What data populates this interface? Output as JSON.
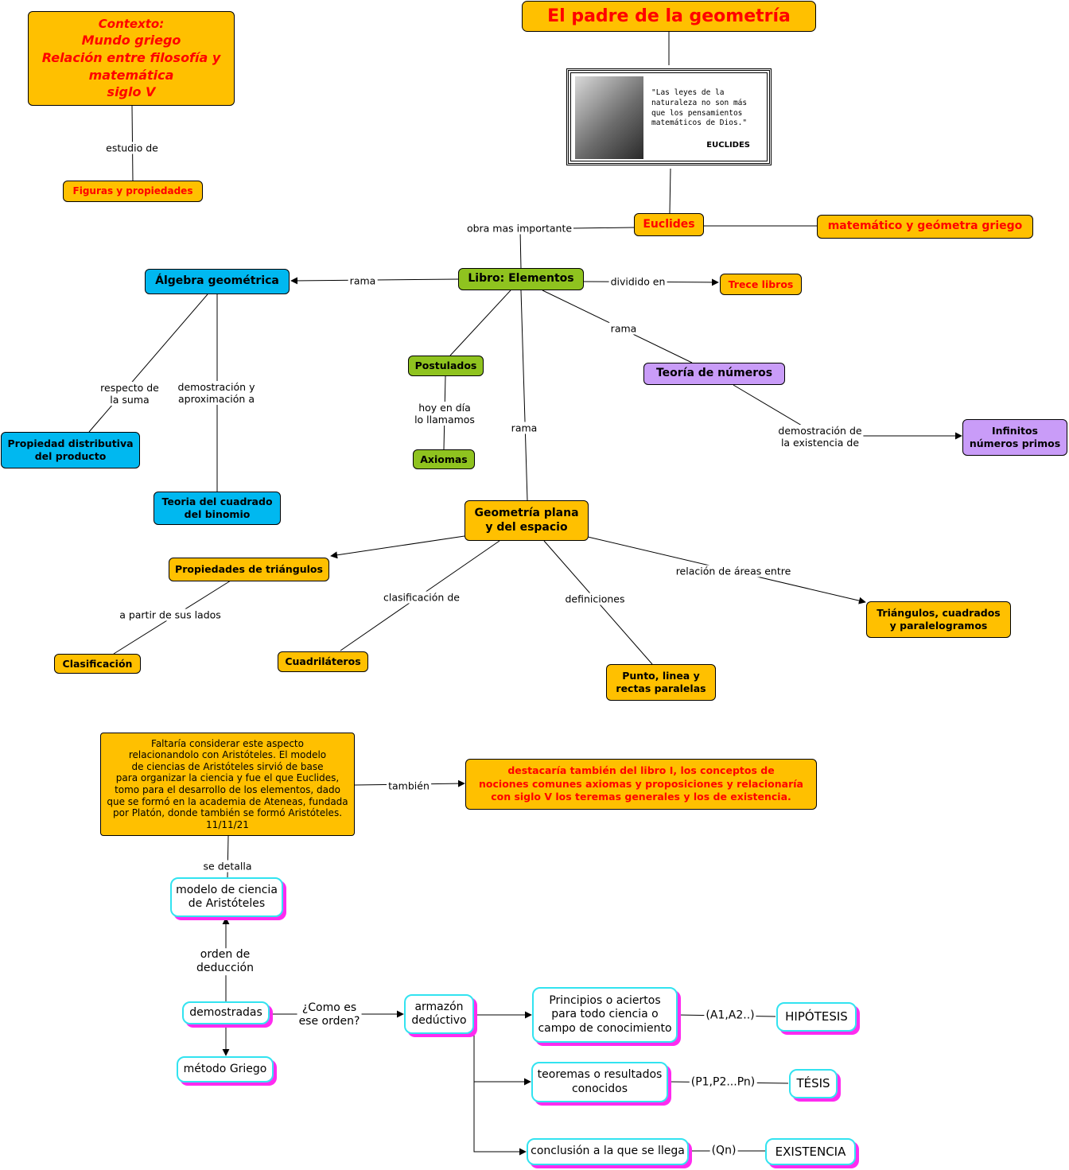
{
  "title": "El padre de la geometría",
  "context": {
    "heading": "Contexto:",
    "lines": "Mundo griego\nRelación entre filosofía y matemática\nsiglo V"
  },
  "quote": {
    "text": "\"Las  leyes  de  la\nnaturaleza no son más\nque los pensamientos\nmatemáticos de Dios.\"",
    "author": "EUCLIDES"
  },
  "nodes": {
    "figuras": "Figuras y propiedades",
    "euclides": "Euclides",
    "matematico": "matemático y geómetra griego",
    "libro": "Libro: Elementos",
    "algebra": "Álgebra geométrica",
    "trece": "Trece libros",
    "postulados": "Postulados",
    "teoria_numeros": "Teoría de números",
    "axiomas": "Axiomas",
    "propiedad_distributiva": "Propiedad distributiva\ndel producto",
    "teoria_cuadrado": "Teoria del cuadrado\ndel binomio",
    "infinitos": "Infinitos\nnúmeros primos",
    "geometria": "Geometría plana\ny del espacio",
    "propiedades_triangulos": "Propiedades de triángulos",
    "clasificacion": "Clasificación",
    "cuadrilateros": "Cuadriláteros",
    "punto": "Punto, linea y\nrectas paralelas",
    "triangulos_cuadrados": "Triángulos, cuadrados\ny paralelogramos",
    "faltaria": "Faltaría considerar este aspecto\nrelacionandolo con Aristóteles.  El modelo\nde ciencias de Aristóteles sirvió de base\npara organizar la ciencia y fue el que Euclides,\ntomo para el desarrollo de los elementos, dado\nque se formó en la academia de Ateneas, fundada\npor Platón, donde también se formó Aristóteles.\n11/11/21",
    "destacaria": "destacaría también del libro I, los conceptos de\nnociones comunes axiomas y proposiciones  y relacionaría\ncon siglo V los teremas generales y los de existencia.",
    "modelo": "modelo de ciencia\nde Aristóteles",
    "demostradas": "demostradas",
    "metodo": "método Griego",
    "armazon": "armazón\ndedúctivo",
    "principios": "Principios o aciertos\npara todo ciencia o\ncampo de conocimiento",
    "teoremas": "teoremas o resultados\nconocidos",
    "conclusion": "conclusión a la que se llega",
    "hipotesis": "HIPÓTESIS",
    "tesis": "TÉSIS",
    "existencia": "EXISTENCIA"
  },
  "labels": {
    "estudio_de": "estudio de",
    "obra": "obra mas importante",
    "rama1": "rama",
    "dividido": "dividido en",
    "rama2": "rama",
    "respecto": "respecto de\nla suma",
    "demostracion": "demostración y\naproximación a",
    "hoy": "hoy en día\nlo llamamos",
    "rama3": "rama",
    "demostracion_existencia": "demostración de\nla existencia de",
    "a_partir": "a partir de sus lados",
    "clasificacion_de": "clasificación de",
    "definiciones": "definiciones",
    "relacion": "relación de áreas entre",
    "tambien": "también",
    "se_detalla": "se detalla",
    "orden": "orden de\ndeducción",
    "como": "¿Como es\nese orden?",
    "a1": "(A1,A2..)",
    "p1": "(P1,P2...Pn)",
    "qn": "(Qn)"
  }
}
